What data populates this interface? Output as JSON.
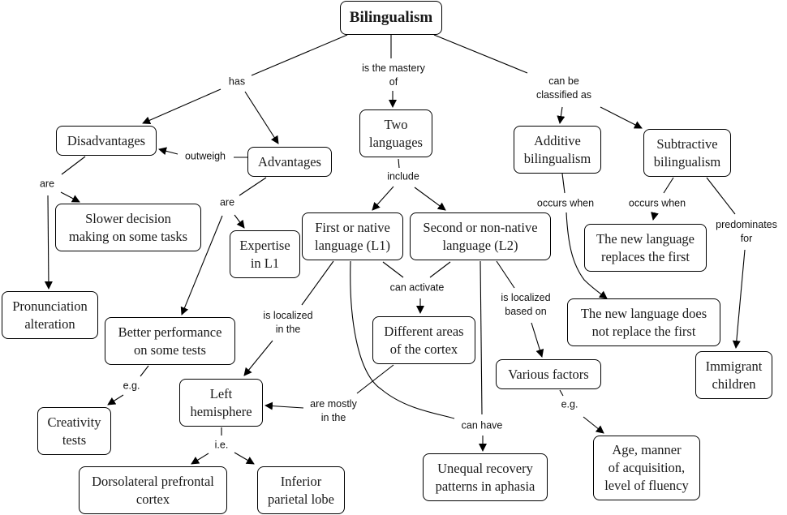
{
  "title": "Bilingualism concept map",
  "nodes": {
    "bilingualism": "Bilingualism",
    "disadvantages": "Disadvantages",
    "advantages": "Advantages",
    "two_languages": "Two\nlanguages",
    "additive": "Additive\nbilingualism",
    "subtractive": "Subtractive\nbilingualism",
    "slower": "Slower decision\nmaking on some tasks",
    "expertise": "Expertise\nin L1",
    "l1": "First or native\nlanguage (L1)",
    "l2": "Second or non-native\nlanguage (L2)",
    "replaces": "The new language\nreplaces the first",
    "pronunciation": "Pronunciation\nalteration",
    "better": "Better performance\non some tests",
    "cortex": "Different areas\nof the cortex",
    "not_replace": "The new language does\nnot replace the first",
    "immigrant": "Immigrant\nchildren",
    "various": "Various factors",
    "creativity": "Creativity\ntests",
    "left": "Left\nhemisphere",
    "dorsolateral": "Dorsolateral prefrontal\ncortex",
    "inferior": "Inferior\nparietal lobe",
    "unequal": "Unequal recovery\npatterns in aphasia",
    "age": "Age, manner\nof acquisition,\nlevel of fluency"
  },
  "links": {
    "has": "has",
    "mastery": "is the mastery\nof",
    "classified": "can be\nclassified as",
    "outweigh": "outweigh",
    "are_dis": "are",
    "are_adv": "are",
    "include": "include",
    "occurs_add": "occurs when",
    "occurs_sub": "occurs when",
    "predominates": "predominates\nfor",
    "can_activate": "can activate",
    "localized_in": "is localized\nin the",
    "localized_based": "is localized\nbased on",
    "eg_tests": "e.g.",
    "mostly": "are mostly\nin the",
    "ie": "i.e.",
    "can_have": "can have",
    "eg_factors": "e.g."
  }
}
